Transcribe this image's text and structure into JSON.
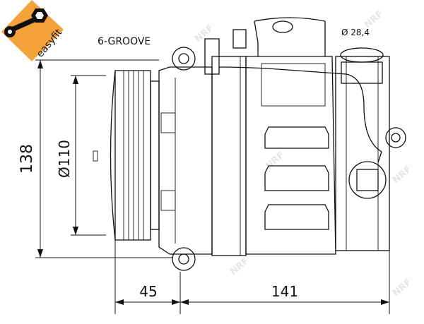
{
  "logo": {
    "text": "easyfit",
    "color": "#f4a23a"
  },
  "watermark": "NRF",
  "labels": {
    "groove": "6-GROOVE",
    "port_diameter": "Ø 28,4",
    "height": "138",
    "pulley_diameter": "Ø110",
    "pulley_depth": "45",
    "body_length": "141"
  }
}
